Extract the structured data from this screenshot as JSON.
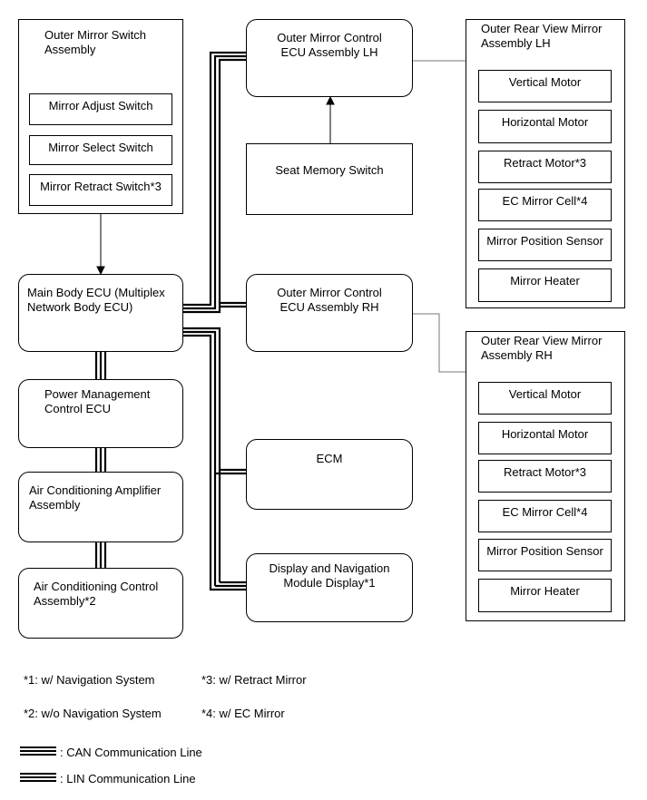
{
  "boxes": {
    "outer_mirror_switch_assembly": {
      "title": "Outer Mirror Switch\nAssembly",
      "items": [
        "Mirror Adjust Switch",
        "Mirror Select Switch",
        "Mirror Retract Switch*3"
      ]
    },
    "main_body_ecu": "Main Body ECU (Multiplex\nNetwork Body ECU)",
    "power_management_ecu": "Power Management\nControl ECU",
    "ac_amplifier": "Air Conditioning Amplifier\nAssembly",
    "ac_control": "Air Conditioning Control\nAssembly*2",
    "mirror_ecu_lh": "Outer Mirror Control\nECU Assembly LH",
    "seat_memory_switch": "Seat Memory Switch",
    "mirror_ecu_rh": "Outer Mirror Control\nECU Assembly RH",
    "ecm": "ECM",
    "display_nav": "Display and Navigation\nModule Display*1",
    "mirror_assembly_lh": {
      "title": "Outer Rear View Mirror\nAssembly LH",
      "items": [
        "Vertical Motor",
        "Horizontal Motor",
        "Retract Motor*3",
        "EC Mirror Cell*4",
        "Mirror Position Sensor",
        "Mirror Heater"
      ]
    },
    "mirror_assembly_rh": {
      "title": "Outer Rear View Mirror\nAssembly RH",
      "items": [
        "Vertical Motor",
        "Horizontal Motor",
        "Retract Motor*3",
        "EC Mirror Cell*4",
        "Mirror Position Sensor",
        "Mirror Heater"
      ]
    }
  },
  "notes": {
    "n1": "*1: w/ Navigation System",
    "n2": "*2: w/o Navigation System",
    "n3": "*3: w/ Retract Mirror",
    "n4": "*4: w/ EC Mirror"
  },
  "legend": {
    "can": ": CAN Communication Line",
    "lin": ": LIN Communication Line"
  }
}
